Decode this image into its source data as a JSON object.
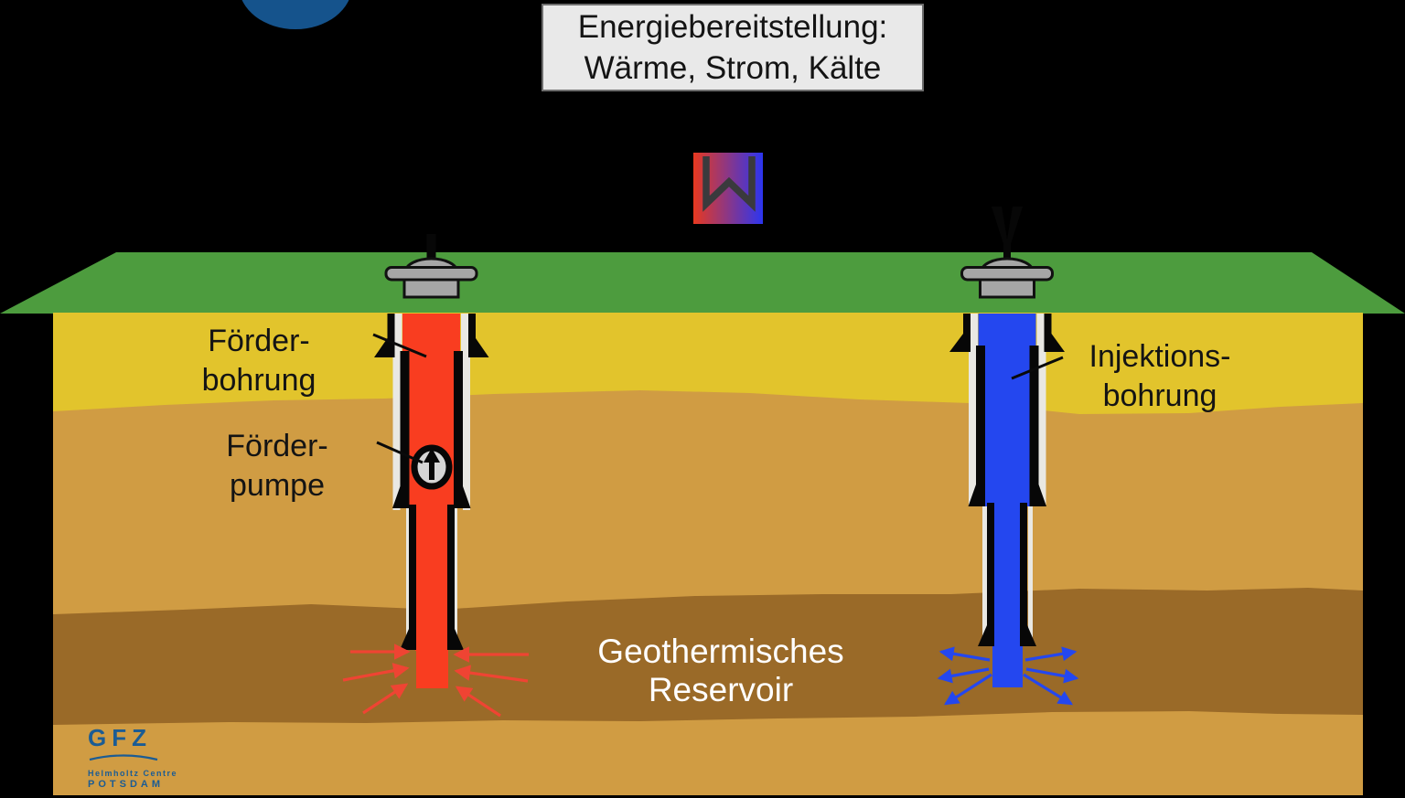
{
  "scene": {
    "title_box": {
      "lines": [
        "Energiebereitstellung:",
        "Wärme, Strom, Kälte"
      ]
    },
    "labels": {
      "production_well": {
        "lines": [
          "Förder-",
          "bohrung"
        ]
      },
      "production_pump": {
        "lines": [
          "Förder-",
          "pumpe"
        ]
      },
      "injection_well": {
        "lines": [
          "Injektions-",
          "bohrung"
        ]
      },
      "reservoir": {
        "text": "Geothermisches Reservoir"
      }
    },
    "logo": {
      "acronym": "GFZ",
      "line1": "Helmholtz Centre",
      "line2": "POTSDAM"
    },
    "icons": {
      "heat_exchanger": "heat-exchanger-icon",
      "wellhead": "wellhead-icon",
      "pump": "pump-icon",
      "sun": "sun-disc-icon"
    },
    "colors": {
      "background": "#000000",
      "surface_green": "#4d9c3e",
      "layer_yellow": "#e2c42c",
      "layer_tan": "#d09c43",
      "reservoir_brown": "#9a6a28",
      "production_red": "#f93d20",
      "injection_blue": "#2447ef",
      "casing_white": "#e9e8e3",
      "casing_black": "#070707",
      "wellhead_gray": "#a6a6a6",
      "title_bg": "#e9e9e9",
      "title_border": "#6e6e6e",
      "text_dark": "#141414",
      "text_white": "#ffffff",
      "logo_blue": "#1b5c94",
      "hx_red": "#e8391f",
      "hx_blue": "#2c35f0",
      "hx_symbol": "#3a3a3d",
      "sun_blue": "#15538c",
      "arrow_red": "#ef4433",
      "pump_fill": "#d6d6d6"
    }
  }
}
